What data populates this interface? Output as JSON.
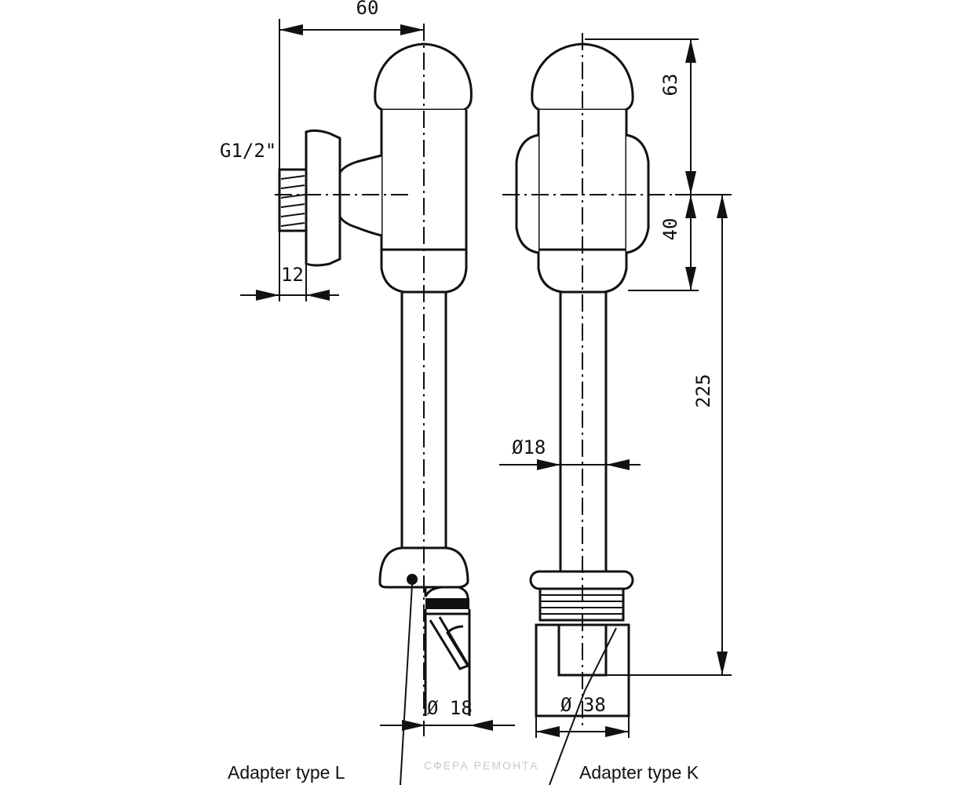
{
  "dimensions": {
    "top_width": "60",
    "thread": "G1/2\"",
    "inlet_depth": "12",
    "head_height": "63",
    "inlet_offset": "40",
    "tube_length": "225",
    "tube_diameter": "Ø18",
    "adapter_l_diameter": "Ø 18",
    "adapter_k_diameter": "Ø 38"
  },
  "captions": {
    "left_view": "Adapter type L",
    "right_view": "Adapter type K"
  },
  "watermark": "СФЕРА РЕМОНТА"
}
